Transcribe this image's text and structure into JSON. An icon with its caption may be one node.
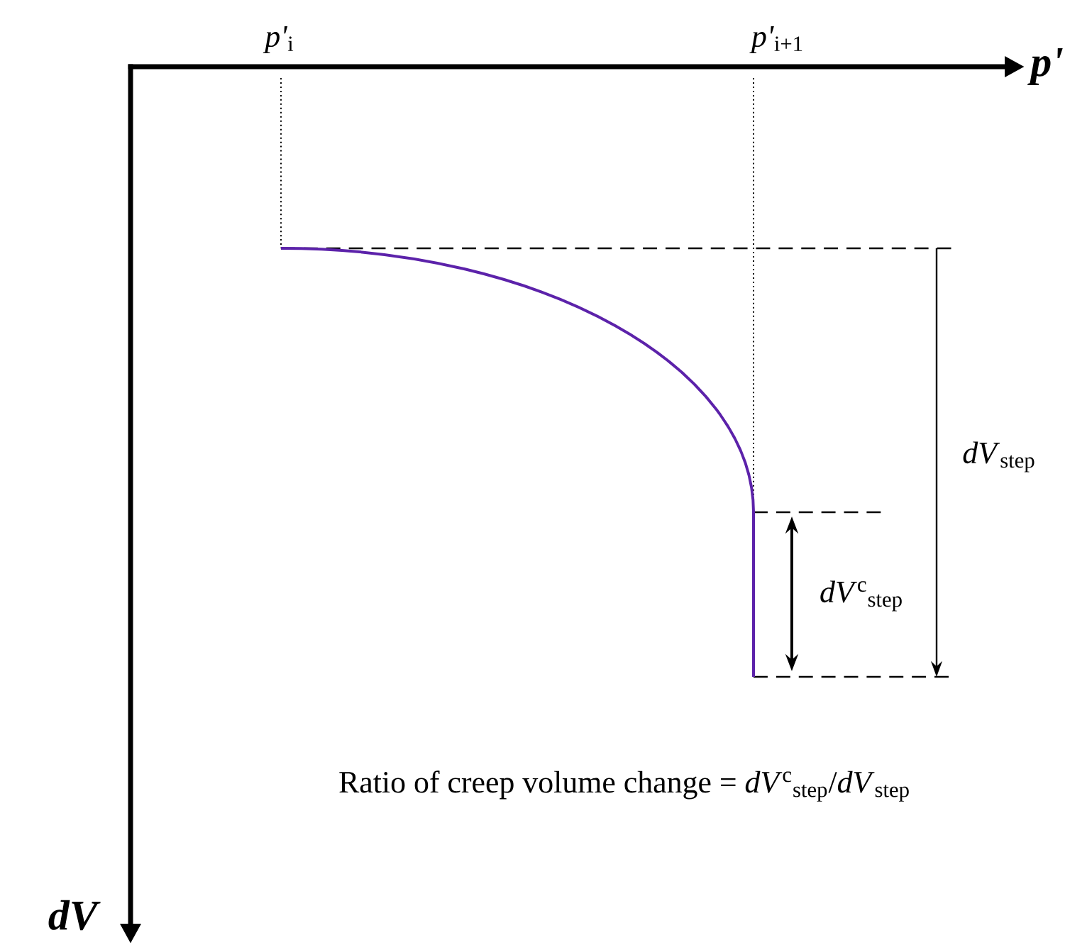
{
  "diagram": {
    "labels": [
      "*p'*$_{i}$",
      "*p'*$_{i+1}$",
      "p'",
      "*dV*$_{step}$",
      "*dV*$^{c}$$_{step}$",
      "Ratio of creep volume change = *dV*$^{c}$$_{step}$/*dV*$_{step}$",
      "dV"
    ]
  }
}
